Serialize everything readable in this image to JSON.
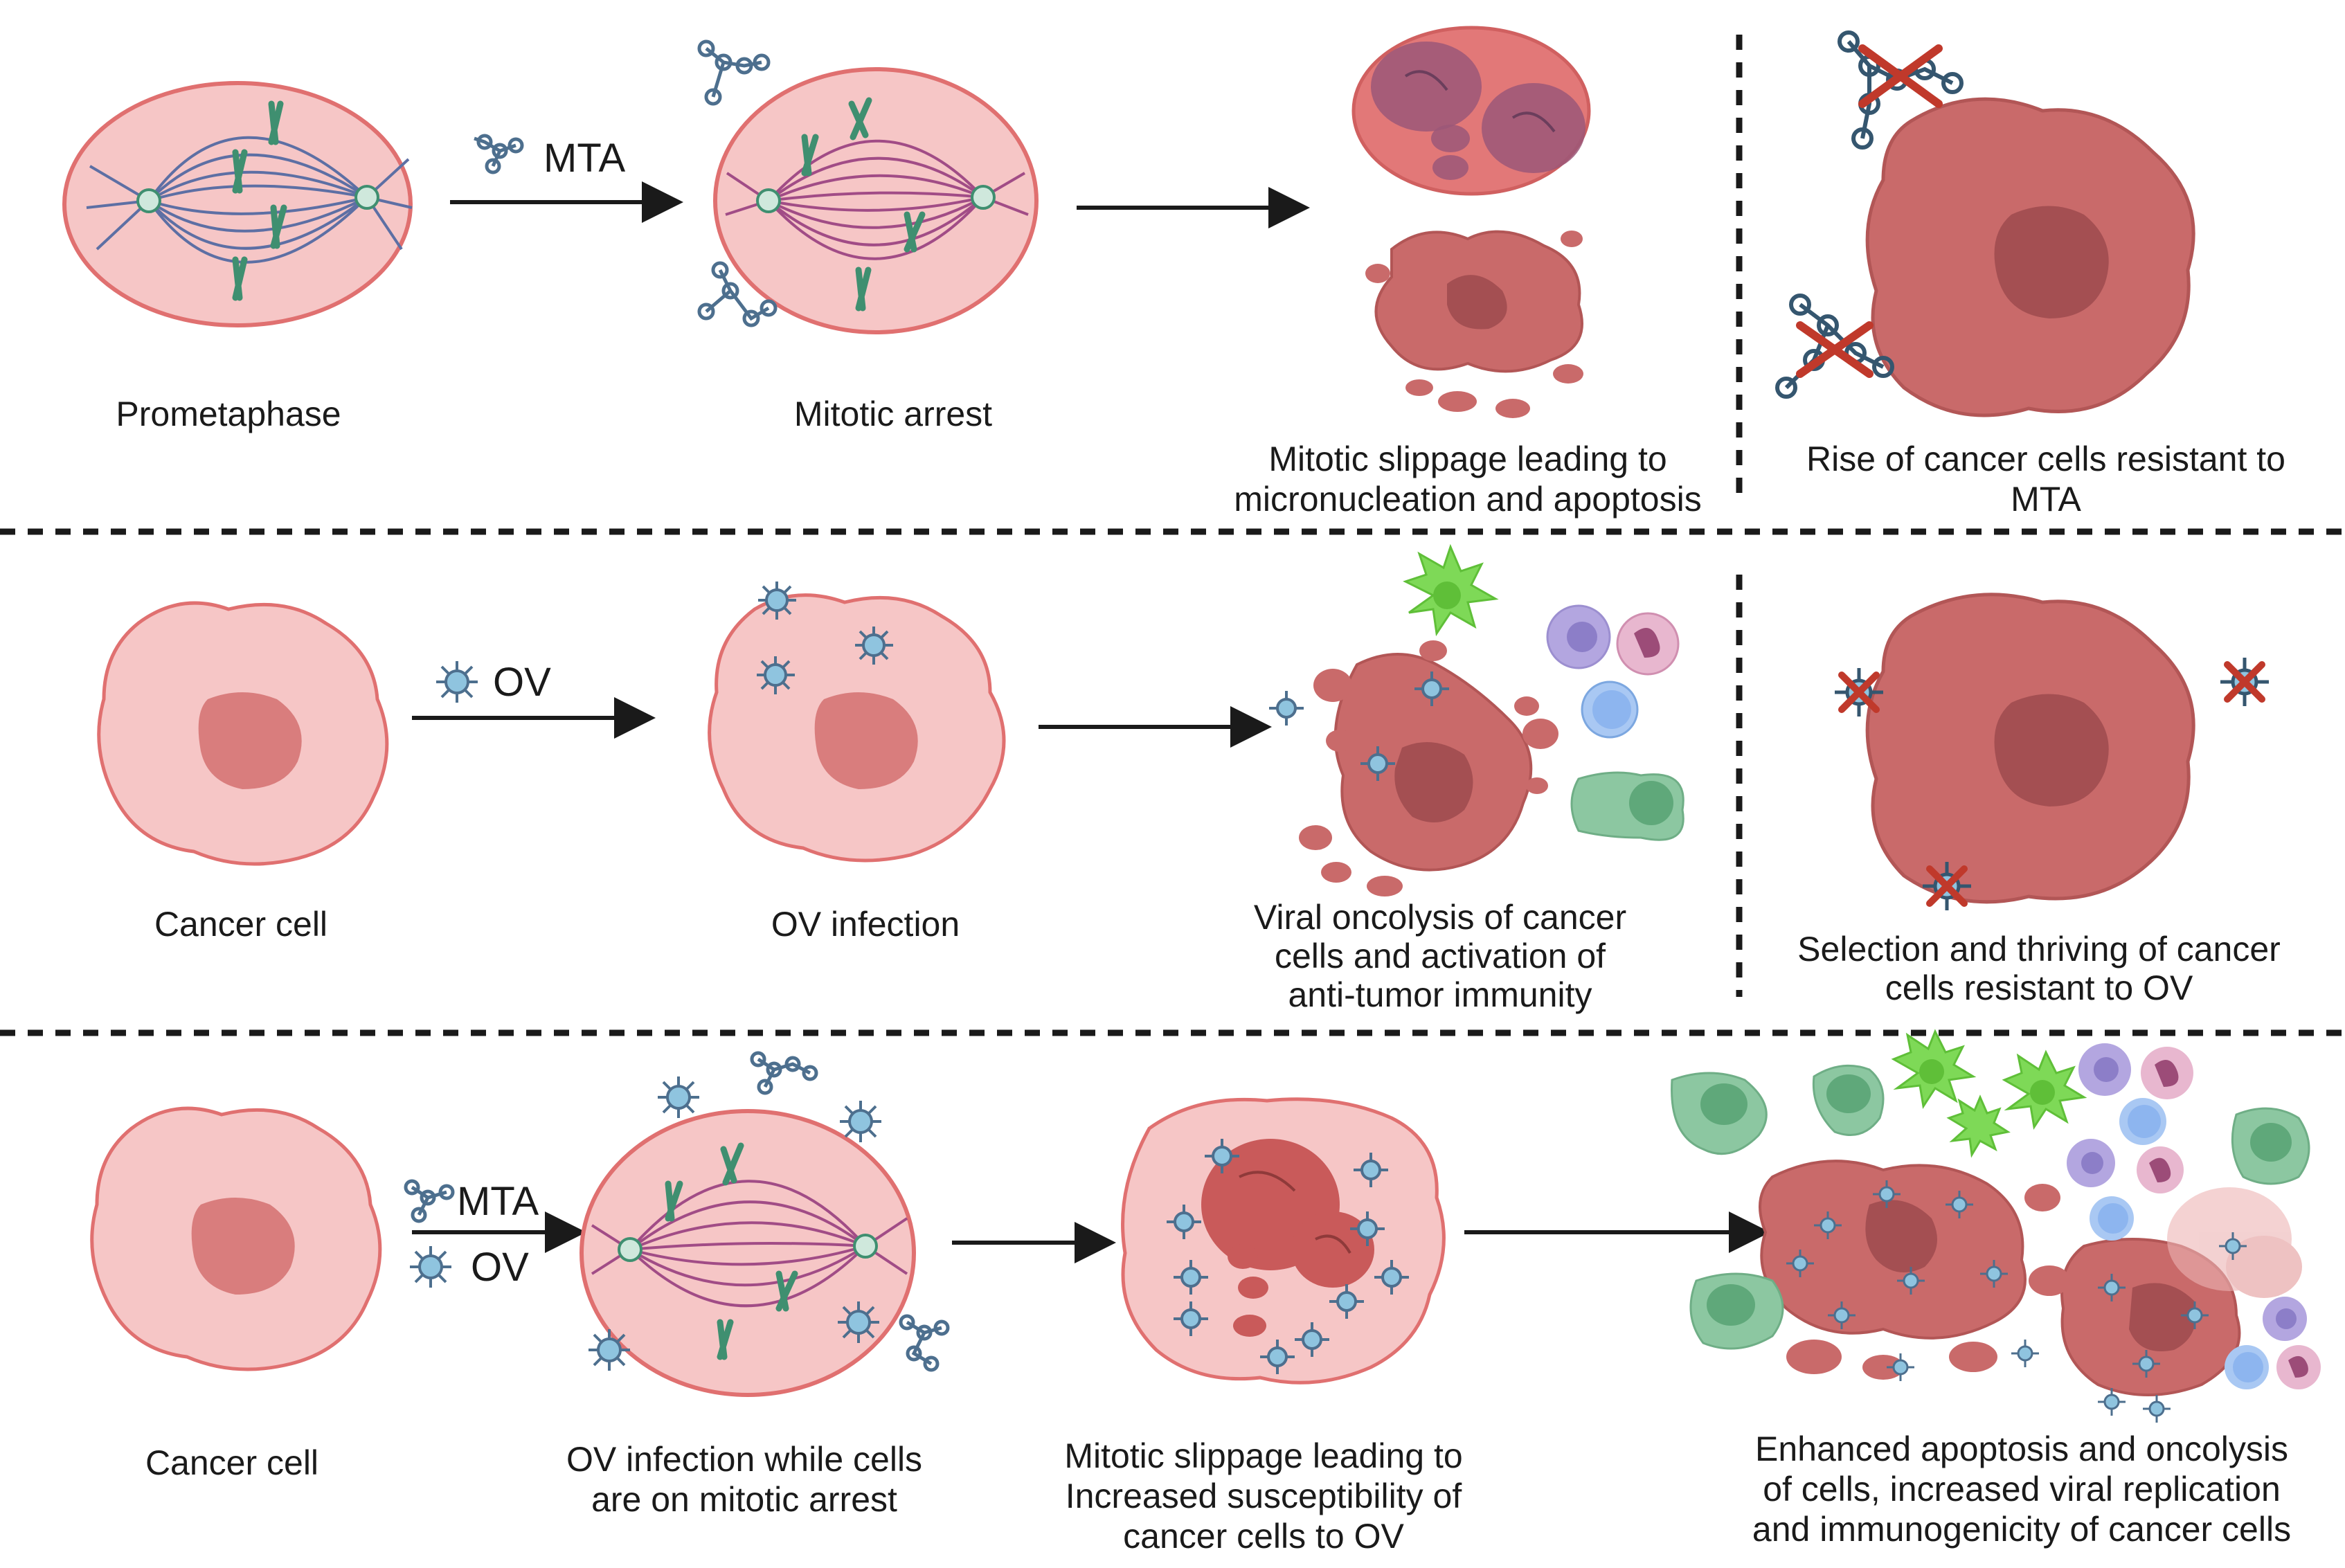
{
  "colors": {
    "healthy_cell_fill": "#f6c6c6",
    "healthy_cell_stroke": "#e07070",
    "cancer_cell_fill": "#c96a6a",
    "cancer_cell_stroke": "#b25656",
    "nucleus_fill": "#a44f52",
    "spindle_blue": "#5d6fa4",
    "spindle_purple": "#a14c86",
    "chromosome": "#3f8f70",
    "virus": "#8fc4df",
    "drug": "#4d6f8e",
    "cross": "#c0392b",
    "immune_green": "#7ed957",
    "immune_purple": "#b3a6e0",
    "immune_blue": "#a9c8f3",
    "macrophage": "#8cc7a1",
    "arrow": "#1a1a1a",
    "divider": "#1a1a1a"
  },
  "icons": [
    "drug-molecule-icon",
    "virus-icon",
    "cross-mark-icon",
    "arrow-icon"
  ],
  "row1": {
    "treatment": "MTA",
    "captions": [
      [
        "Prometaphase"
      ],
      [
        "Mitotic arrest"
      ],
      [
        "Mitotic slippage leading to",
        "micronucleation and apoptosis"
      ],
      [
        "Rise of cancer cells resistant to",
        "MTA"
      ]
    ]
  },
  "row2": {
    "treatment": "OV",
    "captions": [
      [
        "Cancer cell"
      ],
      [
        "OV infection"
      ],
      [
        "Viral oncolysis of cancer",
        "cells and activation of",
        "anti-tumor immunity"
      ],
      [
        "Selection and thriving of cancer",
        "cells resistant to OV"
      ]
    ]
  },
  "row3": {
    "treatment_1": "MTA",
    "treatment_2": "OV",
    "captions": [
      [
        "Cancer cell"
      ],
      [
        "OV infection while cells",
        "are on mitotic arrest"
      ],
      [
        "Mitotic slippage leading to",
        "Increased susceptibility of",
        "cancer cells to OV"
      ],
      [
        "Enhanced apoptosis and oncolysis",
        "of cells, increased viral replication",
        "and immunogenicity of cancer cells"
      ]
    ]
  }
}
